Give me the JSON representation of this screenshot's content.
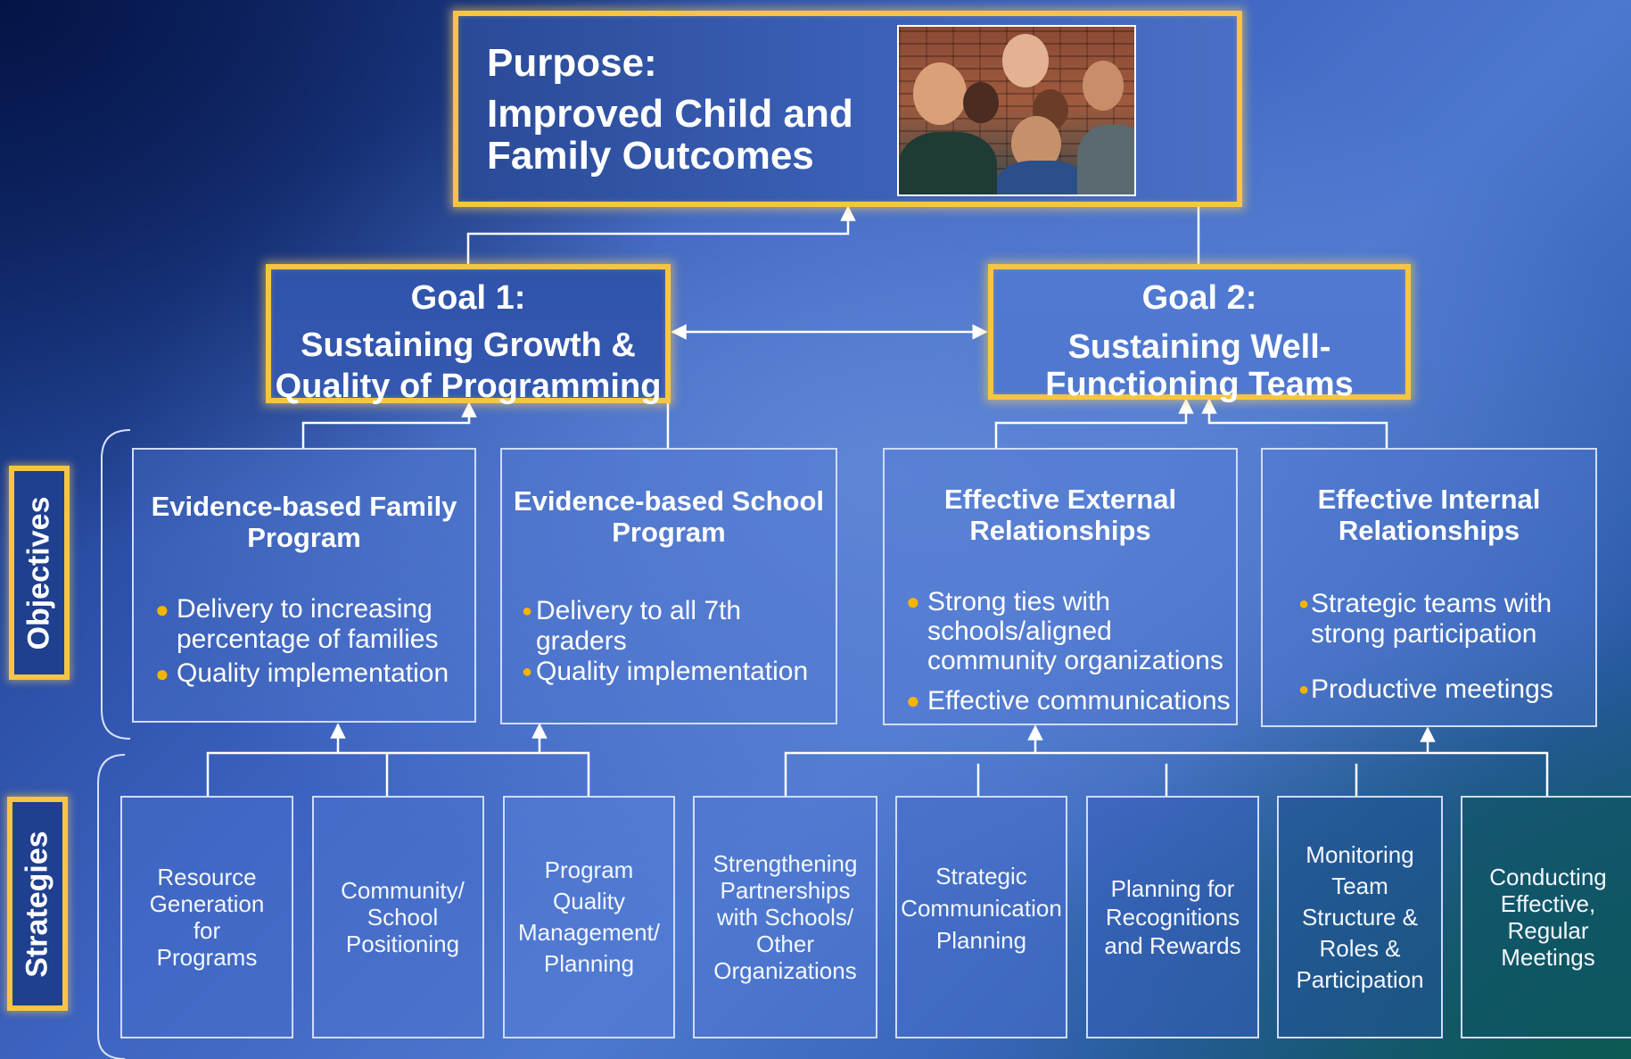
{
  "purpose": {
    "label": "Purpose:",
    "title": "Improved Child and Family Outcomes"
  },
  "goals": [
    {
      "label": "Goal 1:",
      "text": "Sustaining Growth & Quality of Programming"
    },
    {
      "label": "Goal 2:",
      "text": "Sustaining Well-Functioning Teams"
    }
  ],
  "side_labels": {
    "objectives": "Objectives",
    "strategies": "Strategies"
  },
  "objectives": [
    {
      "title": "Evidence-based Family Program",
      "bullets": [
        "Delivery to increasing percentage of families",
        "Quality implementation"
      ]
    },
    {
      "title": "Evidence-based School Program",
      "bullets": [
        "Delivery to all 7th graders",
        "Quality implementation"
      ]
    },
    {
      "title": "Effective External Relationships",
      "bullets": [
        "Strong ties with schools/aligned community organizations",
        "Effective communications"
      ]
    },
    {
      "title": "Effective Internal Relationships",
      "bullets": [
        "Strategic teams with strong participation",
        "Productive meetings"
      ]
    }
  ],
  "strategies": [
    "Resource Generation for Programs",
    "Community/ School Positioning",
    "Program Quality Management/ Planning",
    "Strengthening Partnerships with Schools/ Other Organizations",
    "Strategic Communication Planning",
    "Planning for Recognitions and Rewards",
    "Monitoring Team Structure & Roles & Participation",
    "Conducting Effective, Regular Meetings"
  ],
  "colors": {
    "gold_border": "#f7c541",
    "bullet": "#f5b400",
    "connector": "#ffffff"
  }
}
